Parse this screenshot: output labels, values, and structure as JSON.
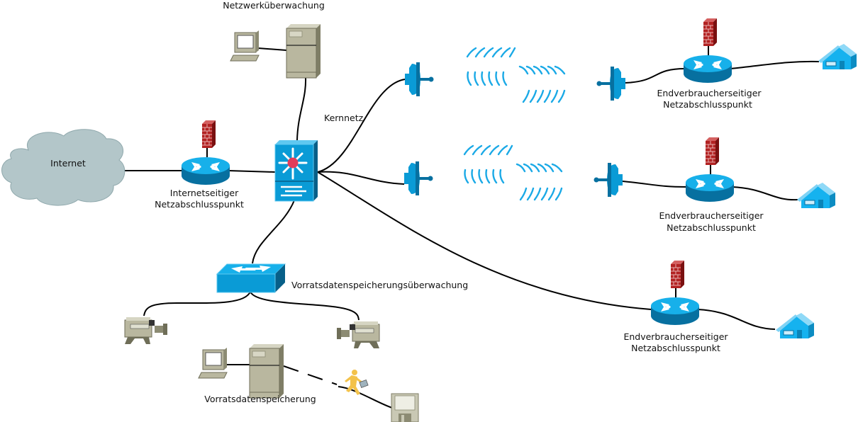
{
  "diagram": {
    "type": "network-topology",
    "labels": {
      "monitoring_station": "Netzwerküberwachung",
      "core_network": "Kernnetz",
      "internet": "Internet",
      "internet_ntp_line1": "Internetseitiger",
      "internet_ntp_line2": "Netzabschlusspunkt",
      "retention_monitoring": "Vorratsdatenspeicherungsüberwachung",
      "retention_storage": "Vorratsdatenspeicherung",
      "customer_ntp_line1": "Endverbraucherseitiger",
      "customer_ntp_line2": "Netzabschlusspunkt"
    },
    "nodes": [
      {
        "id": "internet",
        "kind": "cloud"
      },
      {
        "id": "internet-router",
        "kind": "router",
        "firewall": true
      },
      {
        "id": "core-switch",
        "kind": "multilayer-switch"
      },
      {
        "id": "monitoring-server",
        "kind": "server"
      },
      {
        "id": "monitoring-terminal",
        "kind": "workstation"
      },
      {
        "id": "retention-switch",
        "kind": "switch"
      },
      {
        "id": "camera-left",
        "kind": "video-camera"
      },
      {
        "id": "camera-right",
        "kind": "video-camera"
      },
      {
        "id": "retention-server",
        "kind": "server"
      },
      {
        "id": "retention-terminal",
        "kind": "workstation"
      },
      {
        "id": "courier",
        "kind": "running-person"
      },
      {
        "id": "storage-media",
        "kind": "floppy-disk"
      },
      {
        "id": "dish-1a",
        "kind": "satellite-dish"
      },
      {
        "id": "dish-1b",
        "kind": "satellite-dish"
      },
      {
        "id": "dish-2a",
        "kind": "satellite-dish"
      },
      {
        "id": "dish-2b",
        "kind": "satellite-dish"
      },
      {
        "id": "customer-router-1",
        "kind": "router",
        "firewall": true
      },
      {
        "id": "customer-router-2",
        "kind": "router",
        "firewall": true
      },
      {
        "id": "customer-router-3",
        "kind": "router",
        "firewall": true
      },
      {
        "id": "house-1",
        "kind": "house"
      },
      {
        "id": "house-2",
        "kind": "house"
      },
      {
        "id": "house-3",
        "kind": "house"
      }
    ],
    "colors": {
      "device_blue": "#0a9bd6",
      "device_blue_dark": "#0770a0",
      "wave_blue": "#1aa9e6",
      "firewall_red": "#b22222",
      "cloud": "#b3c6c9",
      "equipment_beige": "#b9b79f",
      "courier_yellow": "#f3c24a",
      "core_hub_red": "#e23c5a"
    }
  }
}
